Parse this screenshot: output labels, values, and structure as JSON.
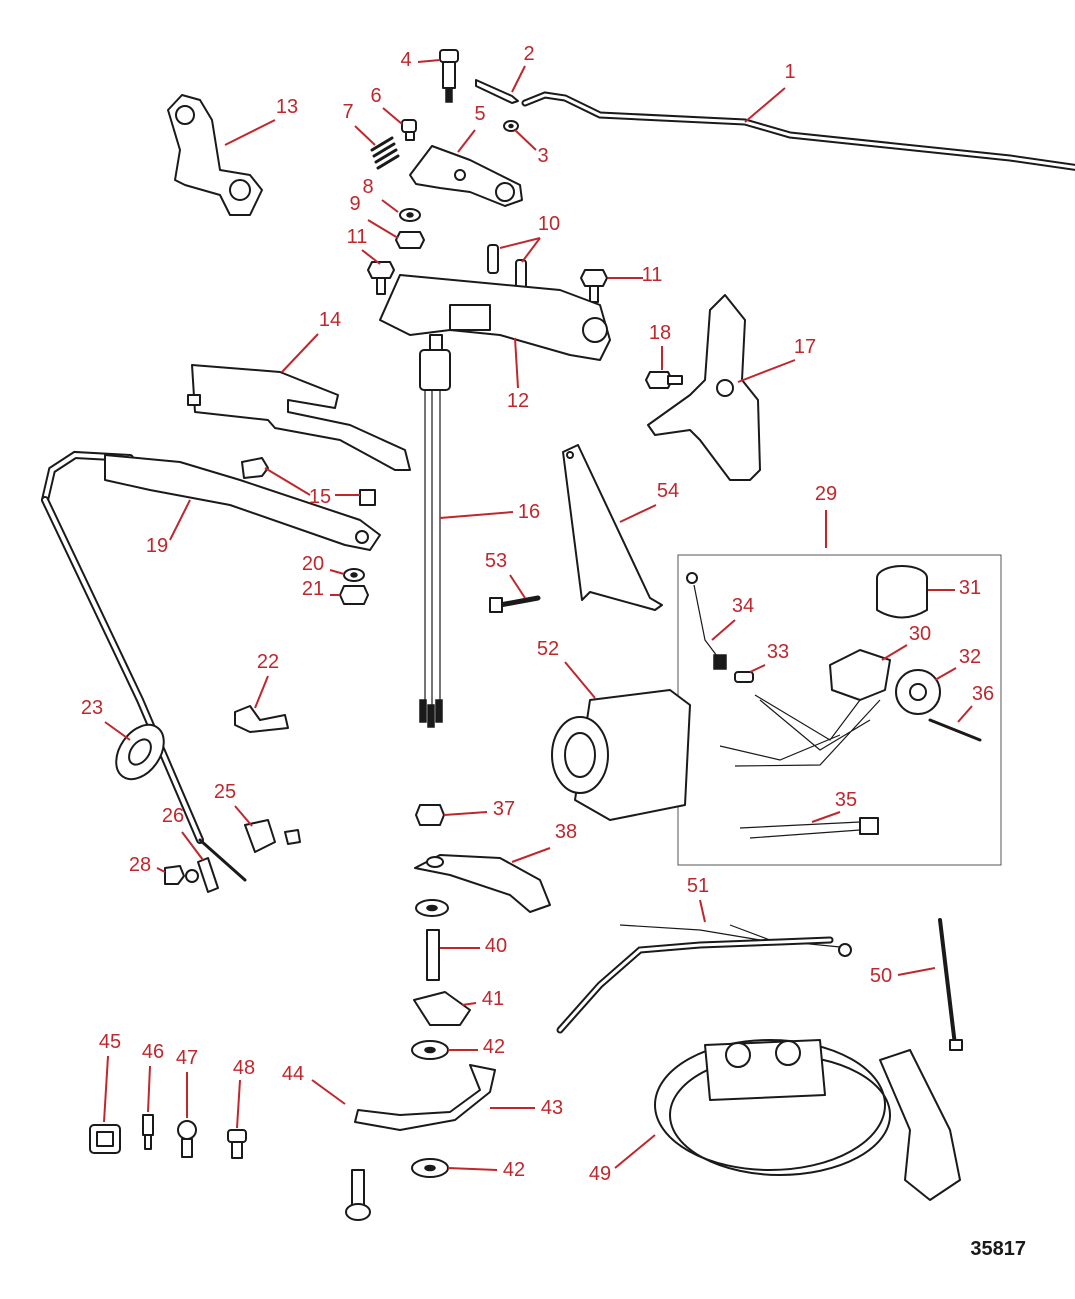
{
  "figure_id": "35817",
  "colors": {
    "callout": "#c0272d",
    "linework": "#1a1a1a",
    "background": "#ffffff"
  },
  "callouts": [
    {
      "id": "c1",
      "label": "1"
    },
    {
      "id": "c2",
      "label": "2"
    },
    {
      "id": "c3",
      "label": "3"
    },
    {
      "id": "c4",
      "label": "4"
    },
    {
      "id": "c5",
      "label": "5"
    },
    {
      "id": "c6",
      "label": "6"
    },
    {
      "id": "c7",
      "label": "7"
    },
    {
      "id": "c8",
      "label": "8"
    },
    {
      "id": "c9",
      "label": "9"
    },
    {
      "id": "c10",
      "label": "10"
    },
    {
      "id": "c11a",
      "label": "11"
    },
    {
      "id": "c11b",
      "label": "11"
    },
    {
      "id": "c12",
      "label": "12"
    },
    {
      "id": "c13",
      "label": "13"
    },
    {
      "id": "c14",
      "label": "14"
    },
    {
      "id": "c15",
      "label": "15"
    },
    {
      "id": "c16",
      "label": "16"
    },
    {
      "id": "c17",
      "label": "17"
    },
    {
      "id": "c18",
      "label": "18"
    },
    {
      "id": "c19",
      "label": "19"
    },
    {
      "id": "c20",
      "label": "20"
    },
    {
      "id": "c21",
      "label": "21"
    },
    {
      "id": "c22",
      "label": "22"
    },
    {
      "id": "c23",
      "label": "23"
    },
    {
      "id": "c25",
      "label": "25"
    },
    {
      "id": "c26",
      "label": "26"
    },
    {
      "id": "c28",
      "label": "28"
    },
    {
      "id": "c29",
      "label": "29"
    },
    {
      "id": "c30",
      "label": "30"
    },
    {
      "id": "c31",
      "label": "31"
    },
    {
      "id": "c32",
      "label": "32"
    },
    {
      "id": "c33",
      "label": "33"
    },
    {
      "id": "c34",
      "label": "34"
    },
    {
      "id": "c35",
      "label": "35"
    },
    {
      "id": "c36",
      "label": "36"
    },
    {
      "id": "c37",
      "label": "37"
    },
    {
      "id": "c38",
      "label": "38"
    },
    {
      "id": "c40",
      "label": "40"
    },
    {
      "id": "c41",
      "label": "41"
    },
    {
      "id": "c42a",
      "label": "42"
    },
    {
      "id": "c42b",
      "label": "42"
    },
    {
      "id": "c43",
      "label": "43"
    },
    {
      "id": "c44",
      "label": "44"
    },
    {
      "id": "c45",
      "label": "45"
    },
    {
      "id": "c46",
      "label": "46"
    },
    {
      "id": "c47",
      "label": "47"
    },
    {
      "id": "c48",
      "label": "48"
    },
    {
      "id": "c49",
      "label": "49"
    },
    {
      "id": "c50",
      "label": "50"
    },
    {
      "id": "c51",
      "label": "51"
    },
    {
      "id": "c52",
      "label": "52"
    },
    {
      "id": "c53",
      "label": "53"
    },
    {
      "id": "c54",
      "label": "54"
    }
  ]
}
